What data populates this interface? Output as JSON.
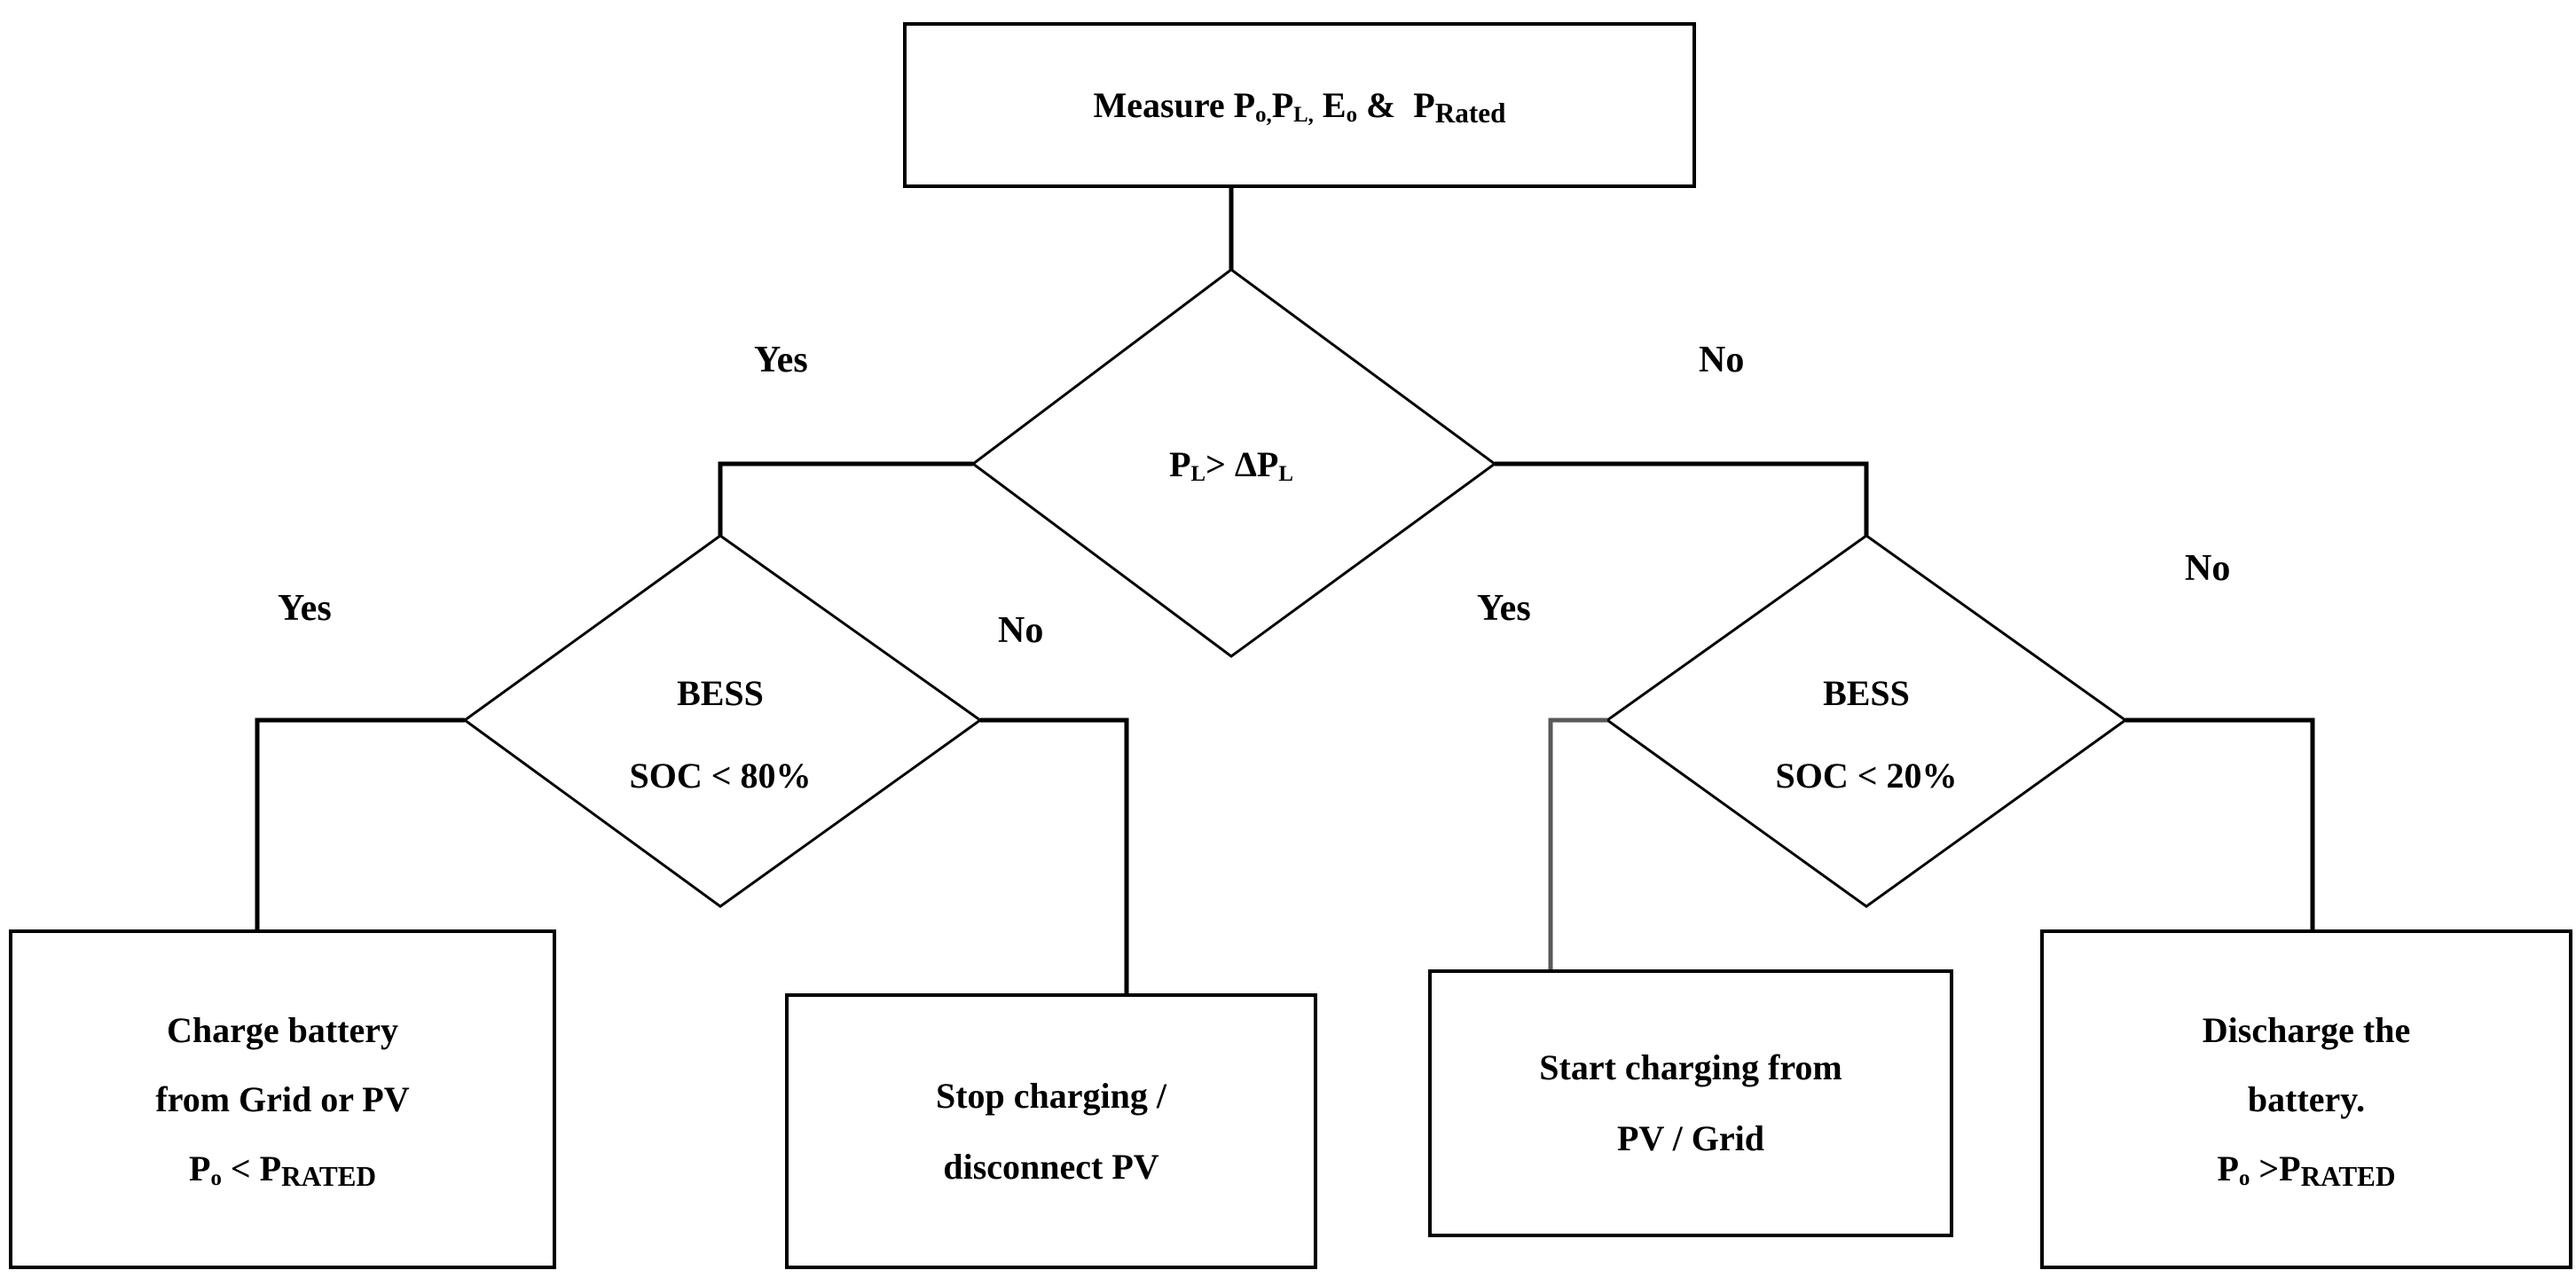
{
  "diagram": {
    "title": "BESS charge/discharge control flowchart",
    "colors": {
      "stroke": "#000000",
      "stroke_light": "#595959",
      "background": "#ffffff",
      "text": "#000000"
    },
    "nodes": {
      "measure": {
        "shape": "process",
        "lines": [
          "Measure Po, PL, Eo &  PRated"
        ],
        "text_parts": {
          "prefix": "Measure ",
          "sym1": "P",
          "sub1": "o",
          "sep1": ",",
          "sym2": "P",
          "sub2": "L",
          "sep2": ",",
          "sym3": "E",
          "sub3": "o",
          "amp": " & ",
          "sym4": "P",
          "sub4": "Rated"
        }
      },
      "decision_pl": {
        "shape": "decision",
        "lines": [
          "PL> ΔPL"
        ],
        "text_parts": {
          "sym1": "P",
          "sub1": "L",
          "op": "> ",
          "delta": "ΔP",
          "sub2": "L"
        }
      },
      "decision_soc80": {
        "shape": "decision",
        "lines": [
          "BESS",
          "SOC < 80%"
        ]
      },
      "decision_soc20": {
        "shape": "decision",
        "lines": [
          "BESS",
          "SOC < 20%"
        ]
      },
      "charge_battery": {
        "shape": "process",
        "lines": [
          "Charge battery",
          "from Grid or PV",
          "Po < PRATED"
        ],
        "text_parts": {
          "sym1": "P",
          "sub1": "o",
          "op": " < ",
          "sym2": "P",
          "sub2": "RATED"
        }
      },
      "stop_charging": {
        "shape": "process",
        "lines": [
          "Stop charging /",
          "disconnect PV"
        ]
      },
      "start_charging": {
        "shape": "process",
        "lines": [
          "Start charging from",
          "PV / Grid"
        ]
      },
      "discharge_battery": {
        "shape": "process",
        "lines": [
          "Discharge the",
          "battery.",
          "Po >PRATED"
        ],
        "text_parts": {
          "sym1": "P",
          "sub1": "o",
          "op": " >",
          "sym2": "P",
          "sub2": "RATED"
        }
      }
    },
    "edge_labels": {
      "pl_yes": "Yes",
      "pl_no": "No",
      "soc80_yes": "Yes",
      "soc80_no": "No",
      "soc20_yes": "Yes",
      "soc20_no": "No"
    }
  }
}
